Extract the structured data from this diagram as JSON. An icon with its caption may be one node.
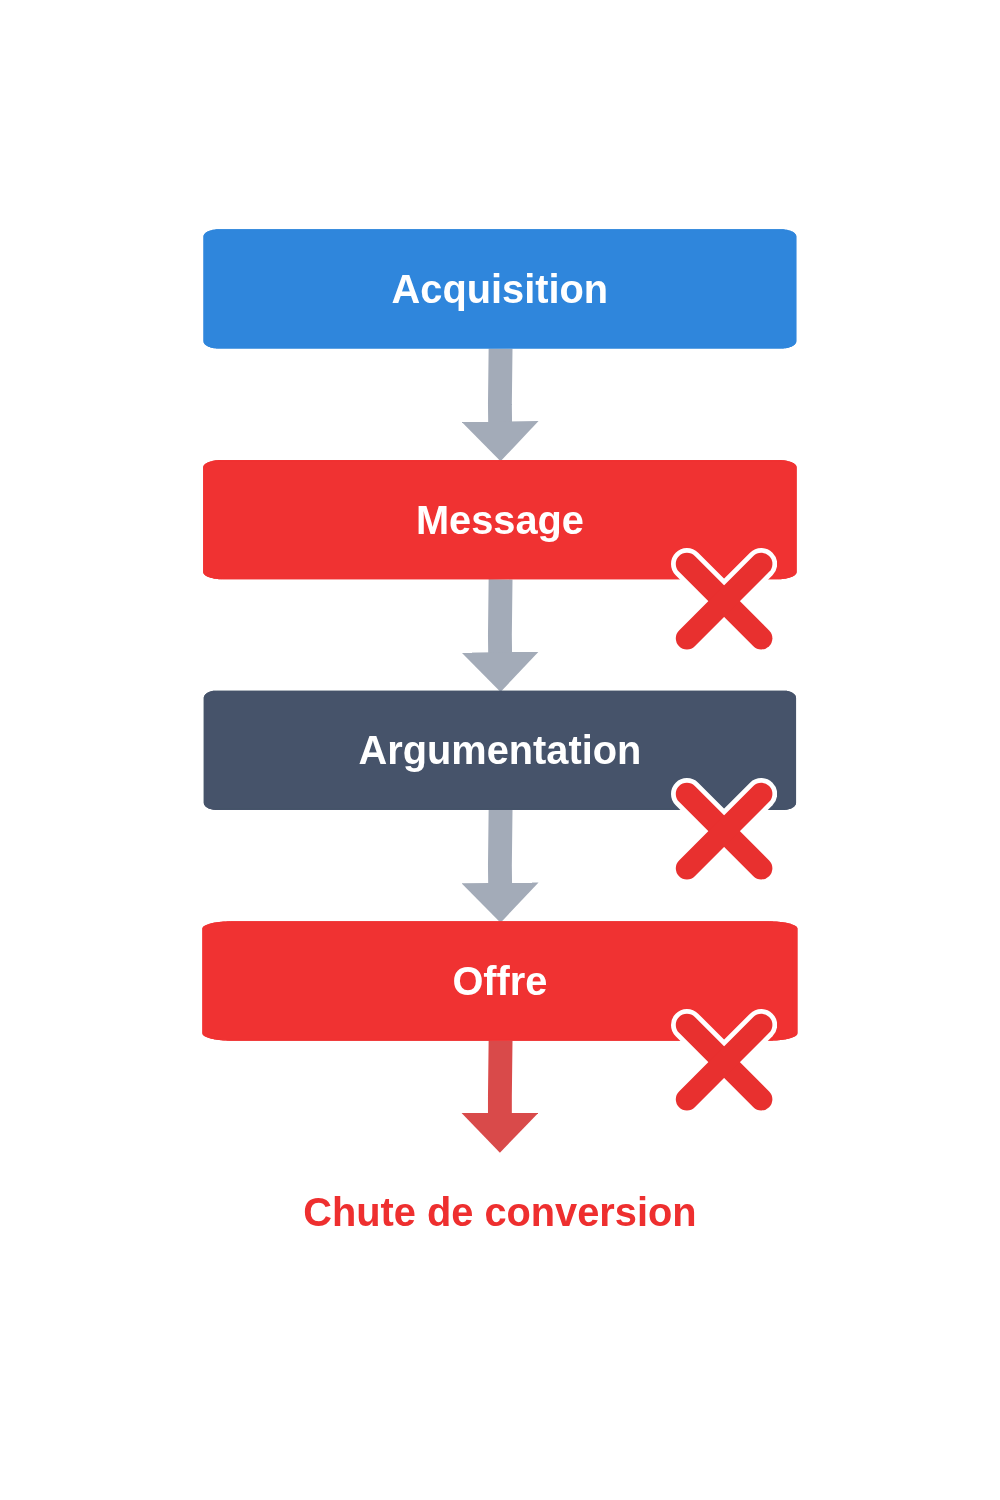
{
  "diagram": {
    "nodes": [
      {
        "text": [
          "Acquisition"
        ]
      },
      {
        "text": [
          "Message"
        ]
      },
      {
        "text": [
          "Argumentation"
        ]
      },
      {
        "text": [
          "Offre"
        ]
      },
      {
        "text": [
          "Chute de conversion"
        ]
      }
    ],
    "edges": [
      {
        "from": 0,
        "to": 1,
        "arrow": "to"
      },
      {
        "from": 1,
        "to": 2,
        "arrow": "to"
      },
      {
        "from": 2,
        "to": 3,
        "arrow": "to"
      },
      {
        "from": 3,
        "to": 4,
        "arrow": "to",
        "color": "#d94a4a"
      }
    ]
  }
}
